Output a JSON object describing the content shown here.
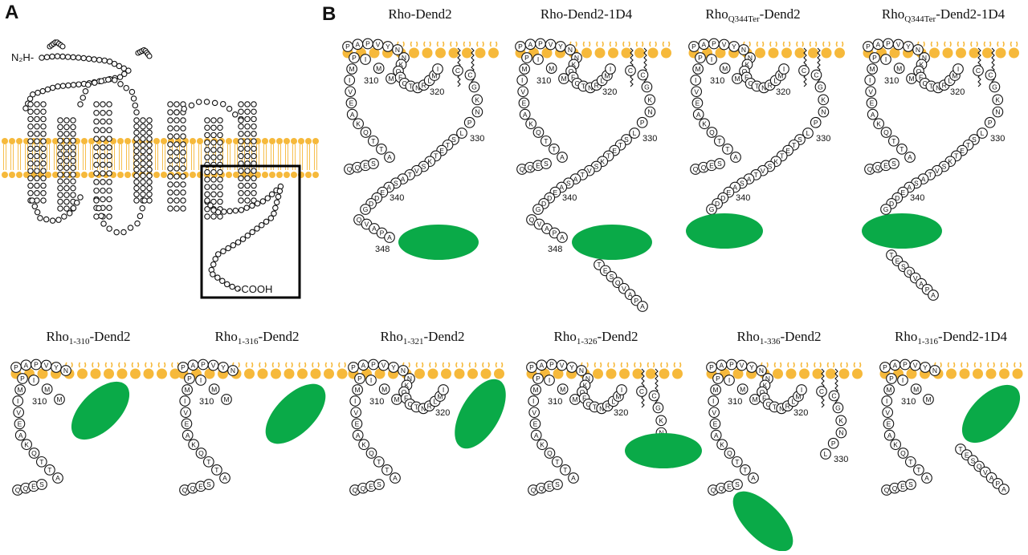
{
  "figure": {
    "panel_a": {
      "letter": "A",
      "n_terminus_label": "N₂H-",
      "c_terminus_label": "-COOH"
    },
    "panel_b": {
      "letter": "B"
    }
  },
  "colors": {
    "membrane": "#f6b93b",
    "fluorescent_protein": "#0aaa48",
    "residue_outline": "#111111",
    "box_outline": "#000000"
  },
  "icons": {
    "lipid_head": "lipid-head-icon",
    "palmitoyl_chain": "palmitoyl-chain-icon",
    "fluorescent_protein": "dend2-ellipse-icon"
  },
  "panels": [
    {
      "title_main": "Rho-Dend2",
      "title_sub": "",
      "title_tail": "",
      "numbers": [
        "310",
        "320",
        "330",
        "340",
        "348"
      ],
      "tail_residues": [
        "S",
        "T",
        "E",
        "T",
        "K",
        "S",
        "V",
        "T",
        "A",
        "S",
        "A",
        "E",
        "D",
        "D",
        "G"
      ],
      "end_residues": [
        "Q",
        "V",
        "A",
        "P",
        "A"
      ],
      "extra_tail": []
    },
    {
      "title_main": "Rho-Dend2-1D4",
      "title_sub": "",
      "title_tail": "",
      "numbers": [
        "310",
        "320",
        "330",
        "340",
        "348"
      ],
      "tail_residues": [
        "S",
        "T",
        "E",
        "T",
        "K",
        "S",
        "V",
        "T",
        "A",
        "S",
        "A",
        "E",
        "D",
        "D",
        "G"
      ],
      "end_residues": [
        "Q",
        "V",
        "A",
        "P",
        "A"
      ],
      "extra_tail": [
        "T",
        "E",
        "S",
        "Q",
        "V",
        "A",
        "P",
        "A"
      ]
    },
    {
      "title_main": "Rho",
      "title_sub": "Q344Ter",
      "title_tail": "-Dend2",
      "numbers": [
        "310",
        "320",
        "330",
        "340"
      ],
      "tail_residues": [
        "S",
        "T",
        "E",
        "T",
        "K",
        "S",
        "V",
        "T",
        "A",
        "S",
        "A",
        "E",
        "D",
        "D",
        "G"
      ],
      "end_residues": [],
      "extra_tail": []
    },
    {
      "title_main": "Rho",
      "title_sub": "Q344Ter",
      "title_tail": "-Dend2-1D4",
      "numbers": [
        "310",
        "320",
        "330",
        "340"
      ],
      "tail_residues": [
        "S",
        "T",
        "E",
        "T",
        "K",
        "S",
        "V",
        "T",
        "A",
        "S",
        "A",
        "E",
        "D",
        "D",
        "G"
      ],
      "end_residues": [],
      "extra_tail": [
        "T",
        "E",
        "S",
        "Q",
        "V",
        "A",
        "P",
        "A"
      ]
    },
    {
      "title_main": "Rho",
      "title_sub": "1-310",
      "title_tail": "-Dend2",
      "numbers": [
        "310"
      ],
      "tail_residues": [],
      "end_residues": [],
      "extra_tail": []
    },
    {
      "title_main": "Rho",
      "title_sub": "1-316",
      "title_tail": "-Dend2",
      "numbers": [
        "310"
      ],
      "tail_residues": [],
      "end_residues": [],
      "extra_tail": []
    },
    {
      "title_main": "Rho",
      "title_sub": "1-321",
      "title_tail": "-Dend2",
      "numbers": [
        "310",
        "320"
      ],
      "tail_residues": [],
      "end_residues": [],
      "extra_tail": []
    },
    {
      "title_main": "Rho",
      "title_sub": "1-326",
      "title_tail": "-Dend2",
      "numbers": [
        "310",
        "320"
      ],
      "tail_residues": [],
      "end_residues": [],
      "extra_tail": []
    },
    {
      "title_main": "Rho",
      "title_sub": "1-336",
      "title_tail": "-Dend2",
      "numbers": [
        "310",
        "320",
        "330"
      ],
      "tail_residues": [],
      "end_residues": [],
      "extra_tail": []
    },
    {
      "title_main": "Rho",
      "title_sub": "1-316",
      "title_tail": "-Dend2-1D4",
      "numbers": [
        "310"
      ],
      "tail_residues": [],
      "end_residues": [],
      "extra_tail": [
        "T",
        "E",
        "S",
        "Q",
        "V",
        "A",
        "P",
        "A"
      ]
    }
  ],
  "common_residues": {
    "helix_down": [
      "P",
      "M",
      "I",
      "V",
      "E",
      "A",
      "K",
      "Q",
      "T",
      "T",
      "A"
    ],
    "anchor": [
      "P",
      "V",
      "Y",
      "N",
      "I",
      "M",
      "M",
      "Y",
      "I"
    ],
    "loop_310": [
      "N",
      "K",
      "Q",
      "F",
      "C",
      "T",
      "N",
      "R",
      "L",
      "M",
      "I"
    ],
    "palmitoyl": [
      "C",
      "C",
      "G",
      "K",
      "N",
      "P",
      "L"
    ],
    "lower_left": [
      "Q",
      "Q",
      "E",
      "S"
    ]
  }
}
